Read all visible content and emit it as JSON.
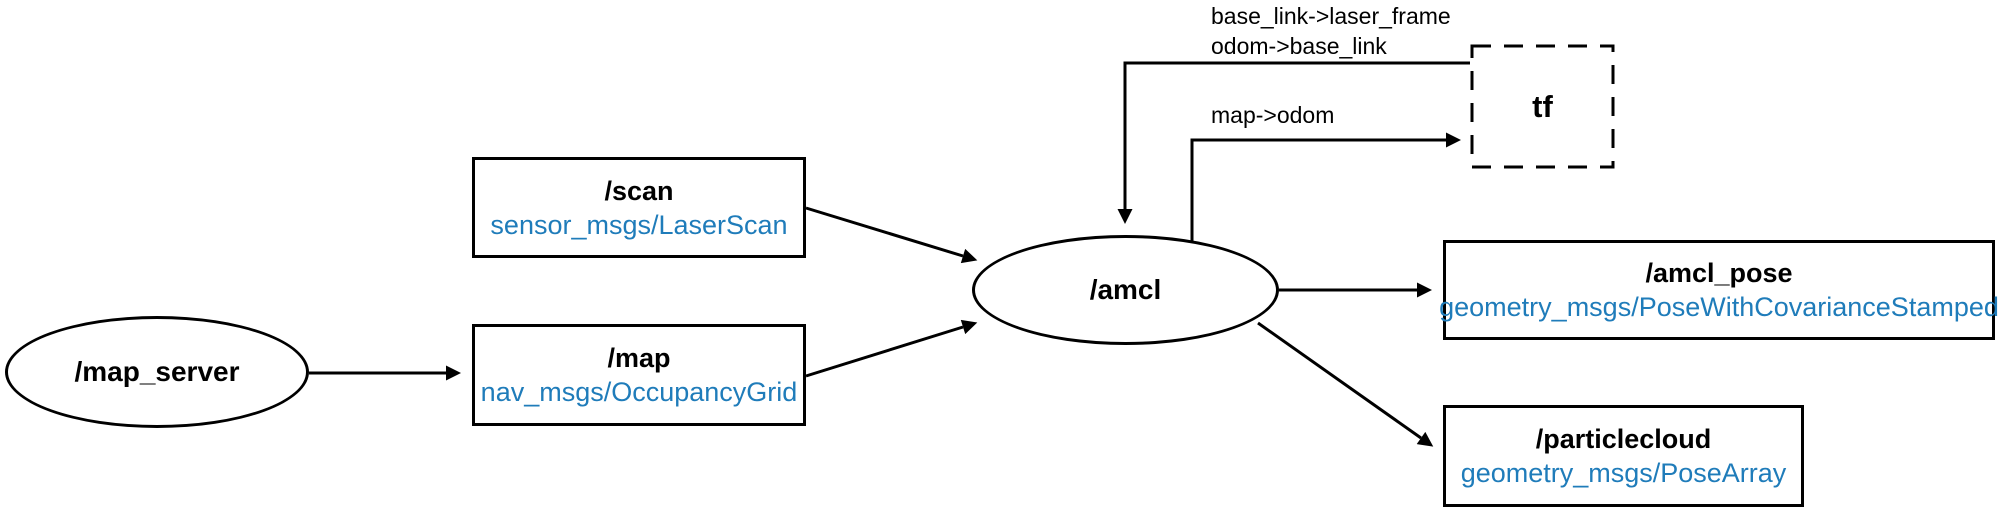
{
  "colors": {
    "background": "#ffffff",
    "line": "#000000",
    "node_text": "#000000",
    "topic_type_text": "#1f7cba"
  },
  "nodes": {
    "map_server": {
      "label": "/map_server",
      "shape": "ellipse"
    },
    "amcl": {
      "label": "/amcl",
      "shape": "ellipse"
    },
    "tf": {
      "label": "tf",
      "shape": "dashed-box"
    }
  },
  "topics": {
    "scan": {
      "name": "/scan",
      "type": "sensor_msgs/LaserScan"
    },
    "map": {
      "name": "/map",
      "type": "nav_msgs/OccupancyGrid"
    },
    "amcl_pose": {
      "name": "/amcl_pose",
      "type": "geometry_msgs/PoseWithCovarianceStamped"
    },
    "particlecloud": {
      "name": "/particlecloud",
      "type": "geometry_msgs/PoseArray"
    }
  },
  "edge_labels": {
    "tf_to_amcl_line1": "base_link->laser_frame",
    "tf_to_amcl_line2": "odom->base_link",
    "amcl_to_tf": "map->odom"
  },
  "edges": [
    {
      "from": "/map_server",
      "to": "/map",
      "label": ""
    },
    {
      "from": "/scan",
      "to": "/amcl",
      "label": ""
    },
    {
      "from": "/map",
      "to": "/amcl",
      "label": ""
    },
    {
      "from": "/amcl",
      "to": "/amcl_pose",
      "label": ""
    },
    {
      "from": "/amcl",
      "to": "/particlecloud",
      "label": ""
    },
    {
      "from": "/amcl",
      "to": "tf",
      "label": "map->odom"
    },
    {
      "from": "tf",
      "to": "/amcl",
      "label": "base_link->laser_frame odom->base_link"
    }
  ]
}
